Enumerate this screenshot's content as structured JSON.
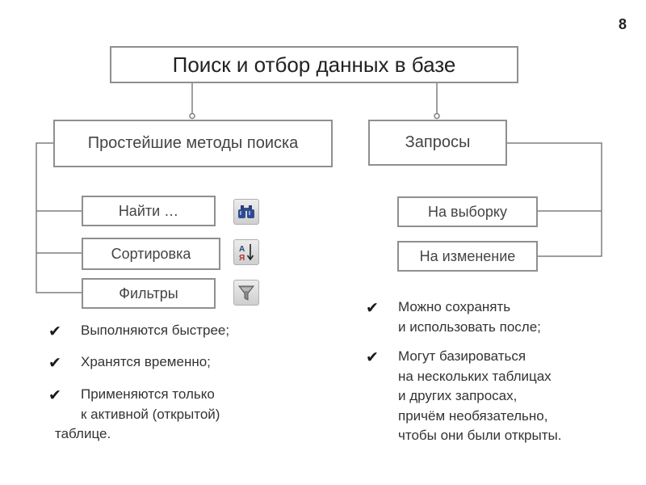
{
  "page_number": "8",
  "title": "Поиск  и отбор данных в базе",
  "left_branch": {
    "heading": "Простейшие методы поиска",
    "items": [
      {
        "label": "Найти …",
        "icon": "binoculars-icon"
      },
      {
        "label": "Сортировка",
        "icon": "sort-ascending-icon"
      },
      {
        "label": "Фильтры",
        "icon": "filter-icon"
      }
    ],
    "bullets": [
      {
        "lines": [
          "Выполняются быстрее;"
        ]
      },
      {
        "lines": [
          "Хранятся временно;"
        ]
      },
      {
        "lines": [
          "Применяются только",
          "к активной (открытой)",
          "таблице."
        ]
      }
    ]
  },
  "right_branch": {
    "heading": "Запросы",
    "items": [
      {
        "label": "На выборку"
      },
      {
        "label": "На изменение"
      }
    ],
    "bullets": [
      {
        "lines": [
          "Можно сохранять",
          "и использовать после;"
        ]
      },
      {
        "lines": [
          "Могут базироваться",
          "на нескольких таблицах",
          "и других запросах,",
          "причём необязательно,",
          "чтобы они были открыты."
        ]
      }
    ]
  },
  "check_mark": "✔",
  "sort_icon_letters": {
    "top": "А",
    "bottom": "Я"
  },
  "colors": {
    "border": "#8f8f8f",
    "connector": "#7f7f7f",
    "text": "#333333"
  }
}
